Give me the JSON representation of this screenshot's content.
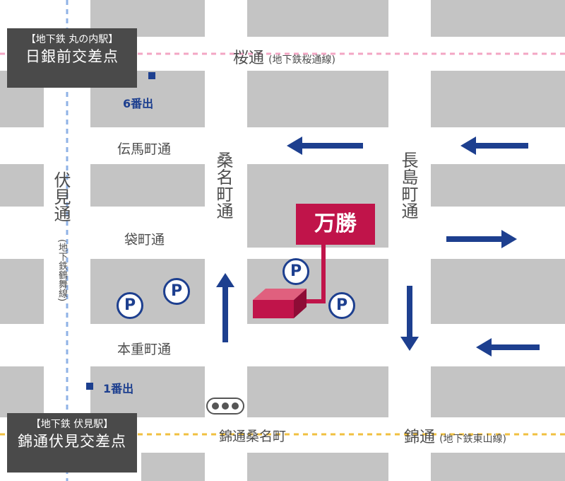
{
  "stations": {
    "marunouchi": {
      "line1": "【地下鉄 丸の内駅】",
      "line2": "日銀前交差点"
    },
    "fushimi": {
      "line1": "【地下鉄 伏見駅】",
      "line2": "錦通伏見交差点"
    }
  },
  "roads": {
    "sakura": "桜通",
    "sakura_sub": "(地下鉄桜通線)",
    "denma": "伝馬町通",
    "fukuro": "袋町通",
    "honjyu": "本重町通",
    "nishiki_kuwana": "錦通桑名町",
    "nishiki": "錦通",
    "nishiki_sub": "(地下鉄東山線)",
    "fushimi": "伏見通",
    "fushimi_sub": "(地下鉄鶴舞線)",
    "kuwana": "桑名町通",
    "nagashima": "長島町通"
  },
  "exits": {
    "exit6": "6番出",
    "exit1": "1番出"
  },
  "shop": {
    "name": "万勝"
  },
  "parking_symbol": "P",
  "colors": {
    "block": "#c4c4c4",
    "arrow": "#1d3f8f",
    "shop": "#c0144a",
    "subway_sakura": "#f3a6c4",
    "subway_tsurumai": "#8fb2e6",
    "subway_higashiyama": "#f0c040",
    "station_box": "#4a4a4a"
  },
  "icons": [
    "arrow-left-icon",
    "arrow-right-icon",
    "arrow-up-icon",
    "arrow-down-icon",
    "parking-icon",
    "traffic-signal-icon",
    "exit-marker-icon"
  ]
}
